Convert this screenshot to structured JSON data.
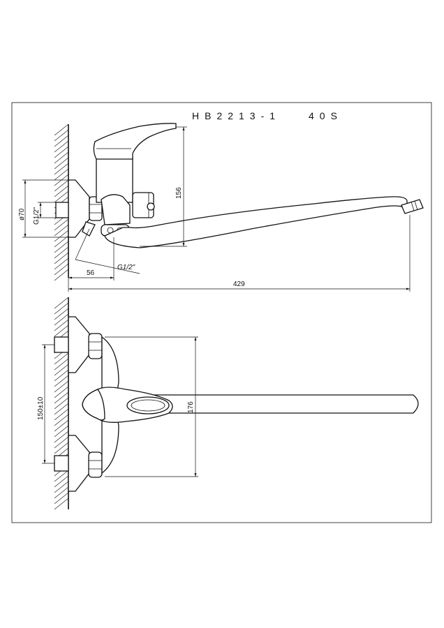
{
  "title": {
    "model": "HB2213-1",
    "variant": "40S"
  },
  "dimensions": {
    "mount_diameter": "ø70",
    "thread_top": "G1/2\"",
    "thread_side": "G1/2\"",
    "offset": "56",
    "spout_reach": "429",
    "height": "156",
    "inlet_spacing": "150±10",
    "width_plan": "176"
  },
  "colors": {
    "line": "#111111",
    "background": "#ffffff"
  }
}
